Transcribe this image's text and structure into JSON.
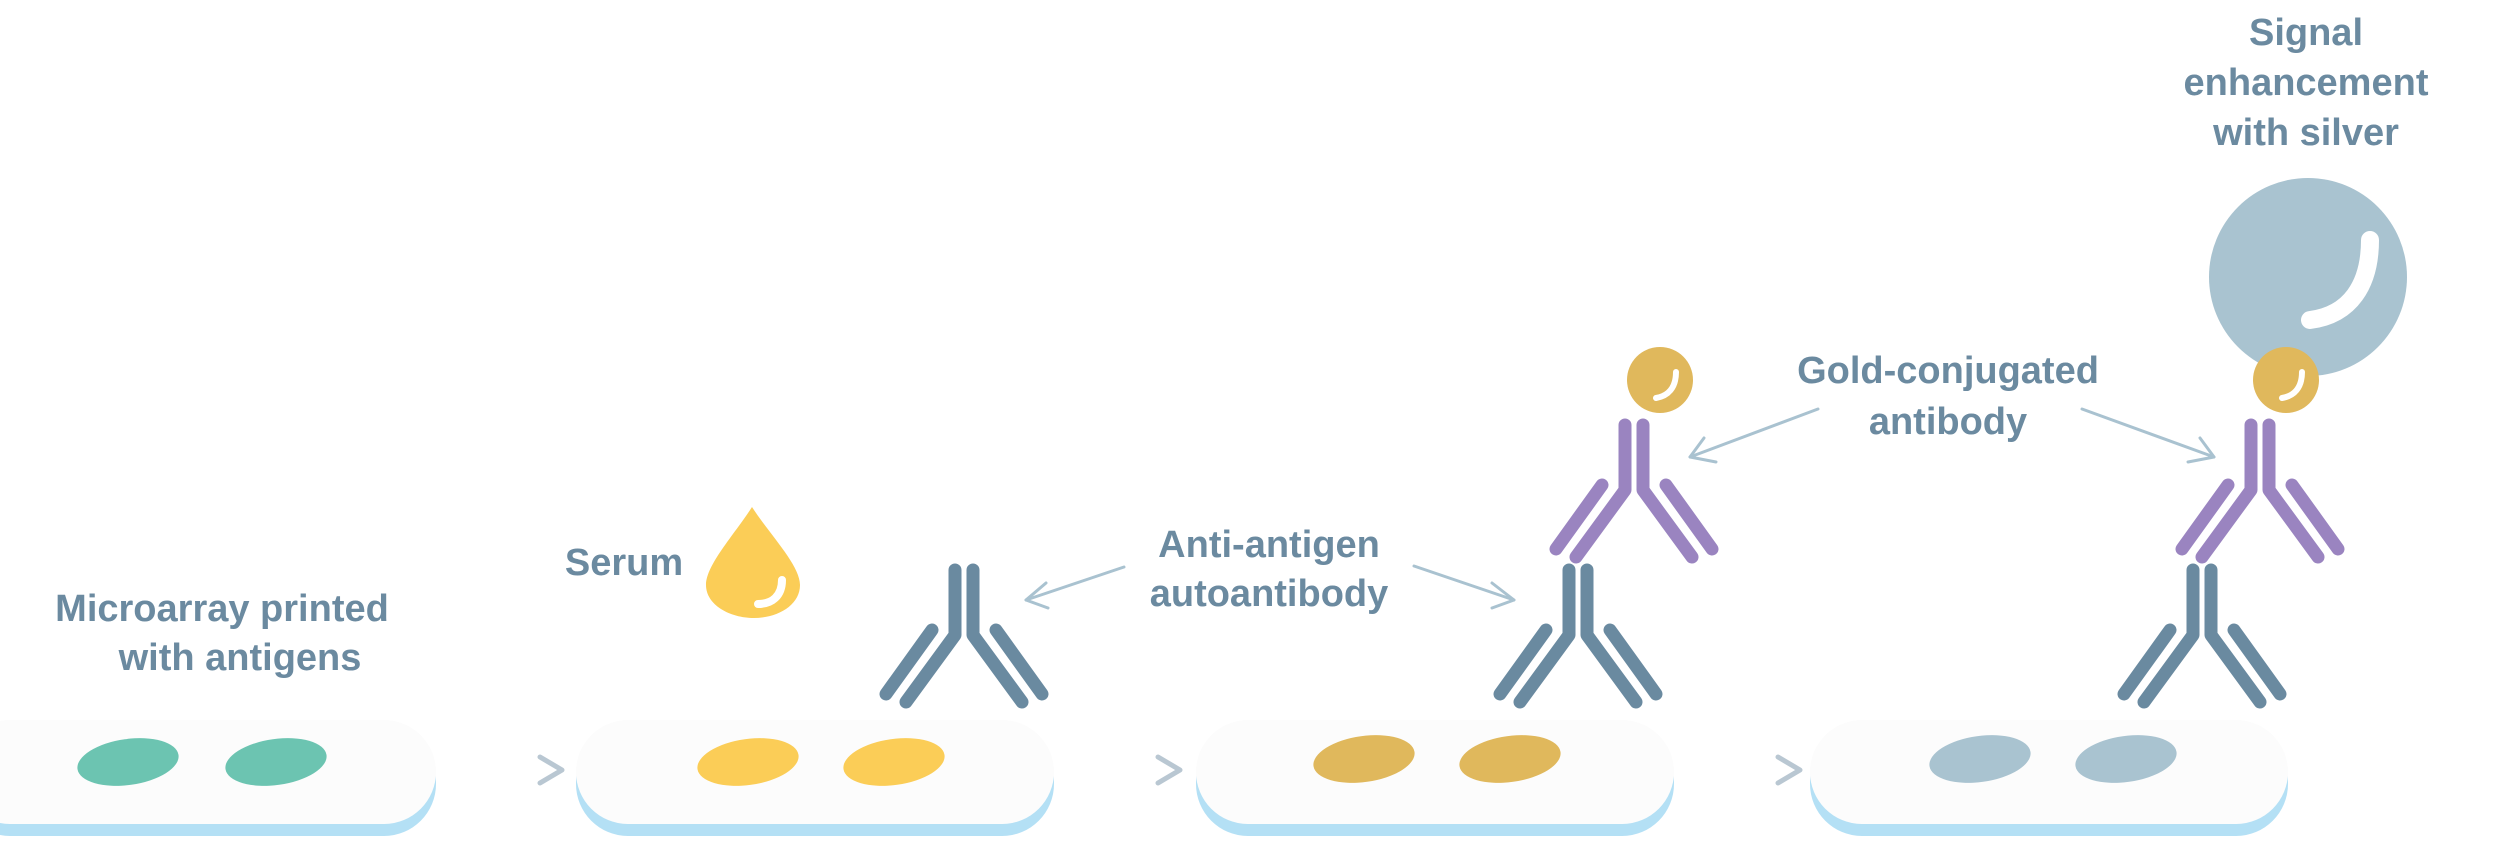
{
  "labels": {
    "microarray": [
      "Microarray printed",
      "with antigens"
    ],
    "serum": "Serum",
    "anti_antigen": [
      "Anti-antigen",
      "autoantibody"
    ],
    "gold_conjugated": [
      "Gold-conjugated",
      "antibody"
    ],
    "signal": [
      "Signal",
      "enhancement",
      "with silver"
    ]
  },
  "colors": {
    "text": "#6b8aa0",
    "antigen_spot": "#6cc4b1",
    "serum_spot": "#fbcd57",
    "bound_spot": "#e0b85c",
    "silver_spot": "#a9c3d0",
    "gold_particle": "#e0b85c",
    "silver_particle": "#a9c3d0",
    "slide_edge": "#b4e0f5"
  }
}
